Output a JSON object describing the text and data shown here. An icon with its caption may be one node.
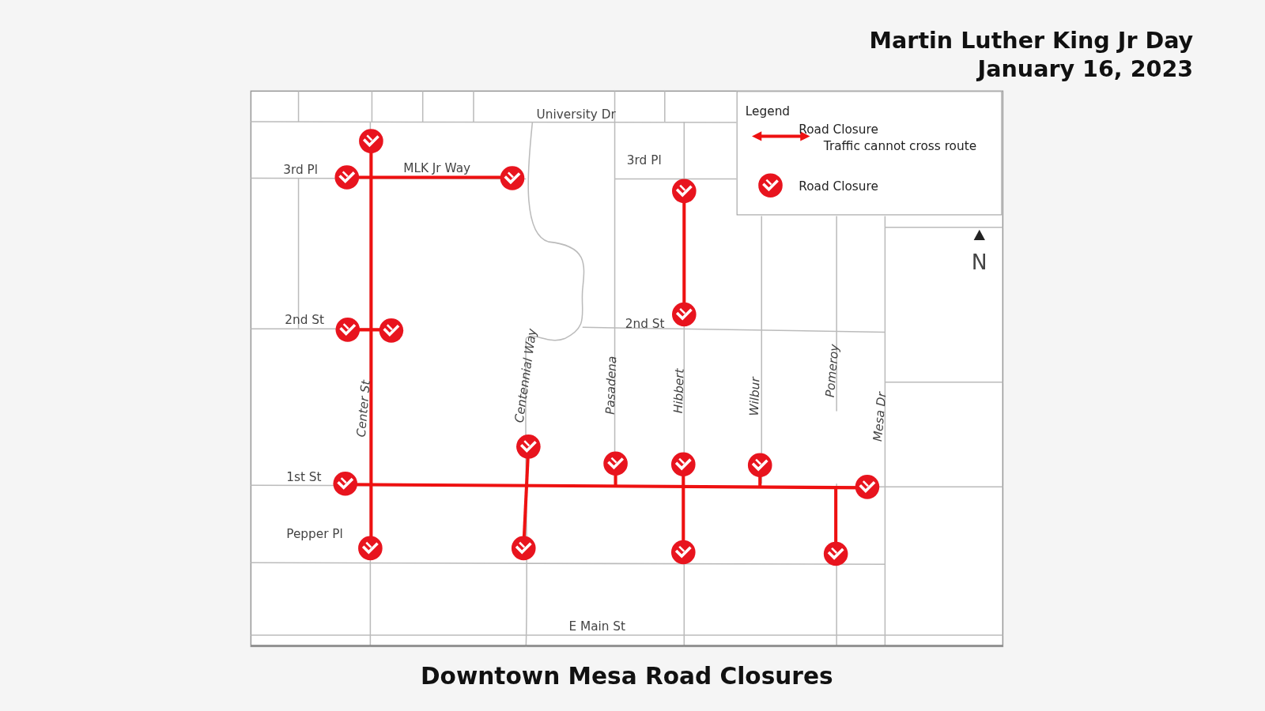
{
  "diagram": {
    "title": "Martin Luther King Jr Day",
    "caption": "Downtown Mesa Road Closures",
    "labels": [
      "January 16, 2023",
      "University Dr",
      "3rd Pl",
      "MLK Jr Way",
      "3rd Pl",
      "2nd St",
      "2nd St",
      "Centennial Way",
      "Pasadena",
      "Hibbert",
      "Wilbur",
      "Pomeroy",
      "Center St",
      "Mesa Dr",
      "1st St",
      "Pepper Pl",
      "E Main St",
      "N",
      "Legend",
      "Traffic cannot cross route"
    ],
    "legend": [
      {
        "text": "Road Closure"
      },
      {
        "text": "Road Closure"
      }
    ]
  }
}
